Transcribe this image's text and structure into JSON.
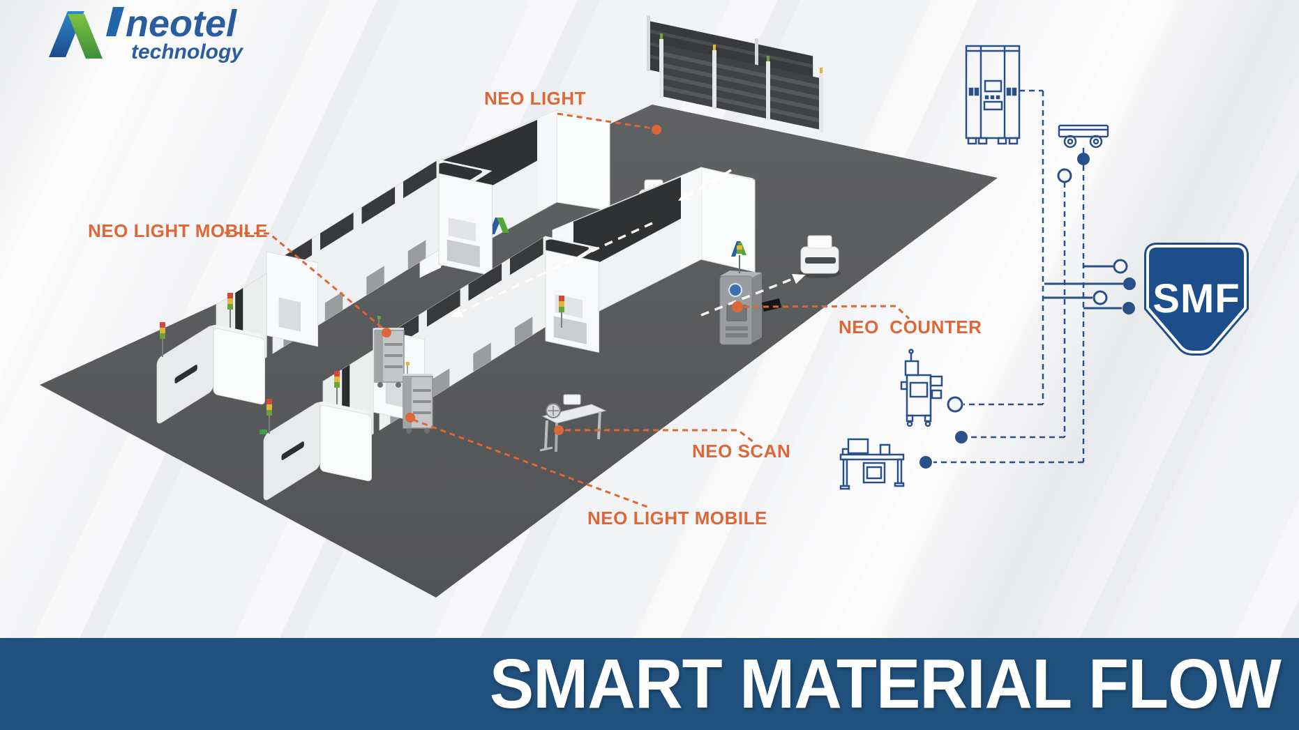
{
  "brand": {
    "name": "neotel",
    "tagline": "technology"
  },
  "labels": {
    "neo_light": "NEO LIGHT",
    "neo_light_mobile_upper": "NEO LIGHT MOBILE",
    "neo_counter": "NEO  COUNTER",
    "neo_scan": "NEO SCAN",
    "neo_light_mobile_lower": "NEO LIGHT MOBILE"
  },
  "badge": {
    "text": "SMF"
  },
  "banner": {
    "title": "SMART MATERIAL FLOW"
  },
  "colors": {
    "accent_orange": "#DE6737",
    "logo_blue": "#2A5D9F",
    "logo_green": "#55A53D",
    "schematic_blue": "#2A5089",
    "shield_blue": "#1D4E8C",
    "banner_blue": "#20517E",
    "floor_gray": "#58595B",
    "machine_dark": "#303234"
  }
}
